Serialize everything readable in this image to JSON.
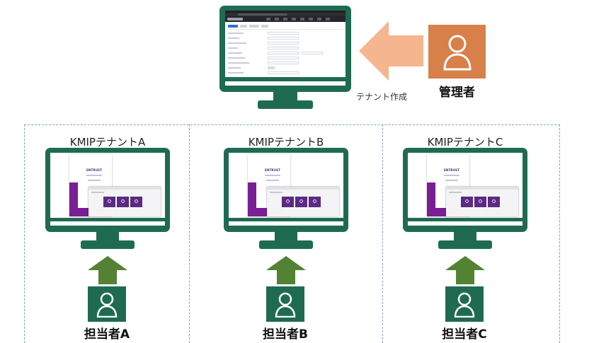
{
  "admin": {
    "role_label": "管理者",
    "action_label": "テナント作成",
    "icon": "person-icon",
    "tile_color": "#d8804a",
    "arrow_color": "#f5b58e"
  },
  "tenants": [
    {
      "title": "KMIPテナントA",
      "user_label": "担当者A",
      "icon": "person-icon"
    },
    {
      "title": "KMIPテナントB",
      "user_label": "担当者B",
      "icon": "person-icon"
    },
    {
      "title": "KMIPテナントC",
      "user_label": "担当者C",
      "icon": "person-icon"
    }
  ],
  "login_screen": {
    "brand": "ENTRUST"
  },
  "colors": {
    "monitor": "#1e6b52",
    "user_tile": "#1e6b52",
    "up_arrow": "#548235",
    "group_border": "#7fa0cf",
    "login_accent": "#7a1e96"
  }
}
